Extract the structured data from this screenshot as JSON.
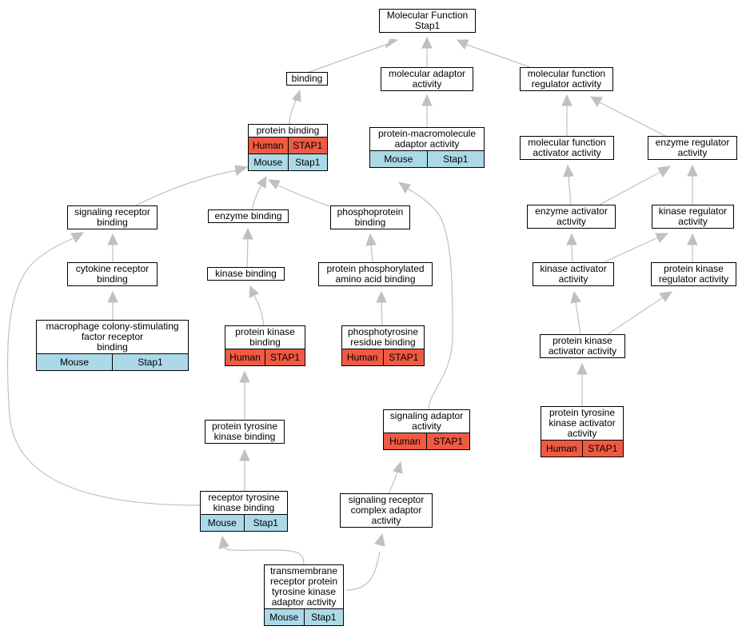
{
  "graph": {
    "colors": {
      "human": "#f05a43",
      "mouse": "#acd9e7",
      "edge": "#c0c0c0",
      "border": "#000000"
    },
    "nodes": {
      "root": {
        "label": "Molecular Function\nStap1"
      },
      "binding": {
        "label": "binding"
      },
      "mol_adaptor": {
        "label": "molecular adaptor\nactivity"
      },
      "mf_reg": {
        "label": "molecular function\nregulator activity"
      },
      "prot_bind": {
        "label": "protein binding",
        "human": [
          "Human",
          "STAP1"
        ],
        "mouse": [
          "Mouse",
          "Stap1"
        ]
      },
      "prot_macro": {
        "label": "protein-macromolecule\nadaptor activity",
        "mouse": [
          "Mouse",
          "Stap1"
        ]
      },
      "mf_act": {
        "label": "molecular function\nactivator activity"
      },
      "enz_reg": {
        "label": "enzyme regulator\nactivity"
      },
      "sig_rec_bind": {
        "label": "signaling receptor\nbinding"
      },
      "enz_bind": {
        "label": "enzyme binding"
      },
      "phospho_bind": {
        "label": "phosphoprotein\nbinding"
      },
      "enz_act": {
        "label": "enzyme activator\nactivity"
      },
      "kin_reg": {
        "label": "kinase regulator\nactivity"
      },
      "cyto_bind": {
        "label": "cytokine receptor\nbinding"
      },
      "kin_bind": {
        "label": "kinase binding"
      },
      "phos_aa": {
        "label": "protein phosphorylated\namino acid binding"
      },
      "kin_act": {
        "label": "kinase activator\nactivity"
      },
      "pk_reg": {
        "label": "protein kinase\nregulator activity"
      },
      "mcsf": {
        "label": "macrophage colony-stimulating\nfactor receptor\nbinding",
        "mouse": [
          "Mouse",
          "Stap1"
        ]
      },
      "pk_bind": {
        "label": "protein kinase\nbinding",
        "human": [
          "Human",
          "STAP1"
        ]
      },
      "ptyr_bind": {
        "label": "phosphotyrosine\nresidue binding",
        "human": [
          "Human",
          "STAP1"
        ]
      },
      "pk_act": {
        "label": "protein kinase\nactivator activity"
      },
      "ptk_bind": {
        "label": "protein tyrosine\nkinase binding"
      },
      "sig_adaptor": {
        "label": "signaling adaptor\nactivity",
        "human": [
          "Human",
          "STAP1"
        ]
      },
      "ptk_act": {
        "label": "protein tyrosine\nkinase activator\nactivity",
        "human": [
          "Human",
          "STAP1"
        ]
      },
      "rtk_bind": {
        "label": "receptor tyrosine\nkinase binding",
        "mouse": [
          "Mouse",
          "Stap1"
        ]
      },
      "src_adaptor": {
        "label": "signaling receptor\ncomplex adaptor\nactivity"
      },
      "tm_rptk": {
        "label": "transmembrane\nreceptor protein\ntyrosine kinase\nadaptor activity",
        "mouse": [
          "Mouse",
          "Stap1"
        ]
      }
    }
  }
}
